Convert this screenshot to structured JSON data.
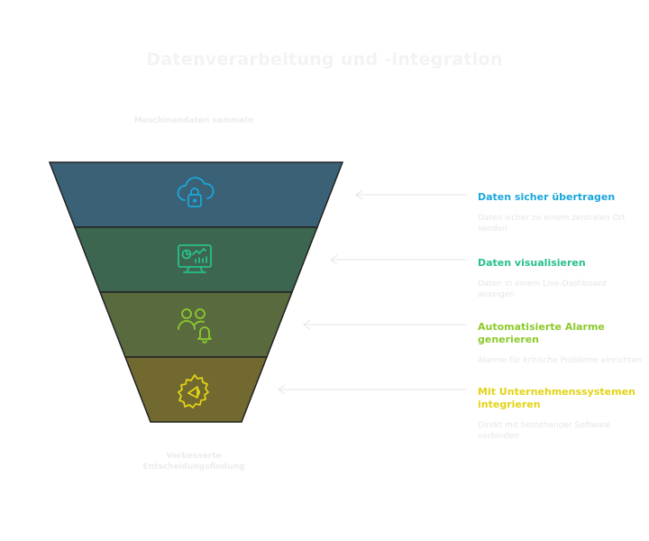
{
  "title": "Datenverarbeitung und -integration",
  "top_label": "Maschinendaten sammeln",
  "bottom_label": "Verbesserte Entscheidungsfindung",
  "steps": [
    {
      "title": "Daten sicher übertragen",
      "desc": "Daten sicher zu einem zentralen Ort senden",
      "fill": "#3a6175",
      "accent": "#1aa7dc",
      "icon": "cloud-lock-icon"
    },
    {
      "title": "Daten visualisieren",
      "desc": "Daten in einem Live-Dashboard anzeigen",
      "fill": "#3d6650",
      "accent": "#27c08a",
      "icon": "dashboard-monitor-icon"
    },
    {
      "title": "Automatisierte Alarme generieren",
      "desc": "Alarme für kritische Probleme einrichten",
      "fill": "#596a3f",
      "accent": "#8cca2c",
      "icon": "users-bell-icon"
    },
    {
      "title": "Mit Unternehmenssystemen integrieren",
      "desc": "Direkt mit bestehender Software verbinden",
      "fill": "#716930",
      "accent": "#e3d414",
      "icon": "gear-megaphone-icon"
    }
  ]
}
